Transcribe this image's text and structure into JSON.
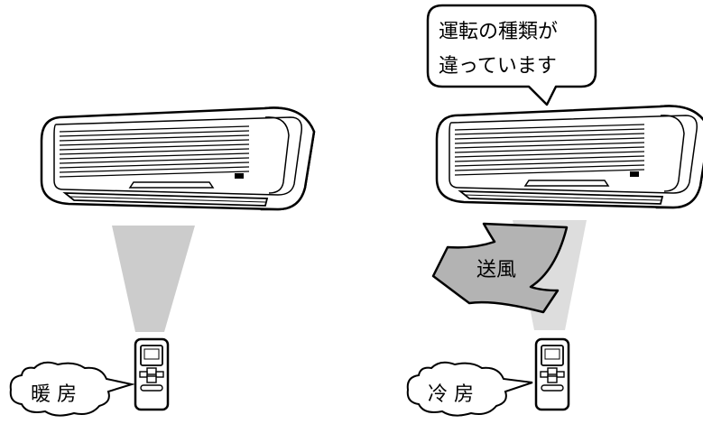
{
  "left_panel": {
    "remote_bubble_text": "暖 房"
  },
  "right_panel": {
    "speech_bubble_line1": "運転の種類が",
    "speech_bubble_line2": "違っています",
    "airflow_label": "送風",
    "remote_bubble_text": "冷 房"
  },
  "colors": {
    "outline": "#000000",
    "unit_body": "#ffffff",
    "unit_side": "#dcdcdc",
    "airflow_gray": "#cccccc",
    "arrow_gray": "#b3b3b3"
  }
}
